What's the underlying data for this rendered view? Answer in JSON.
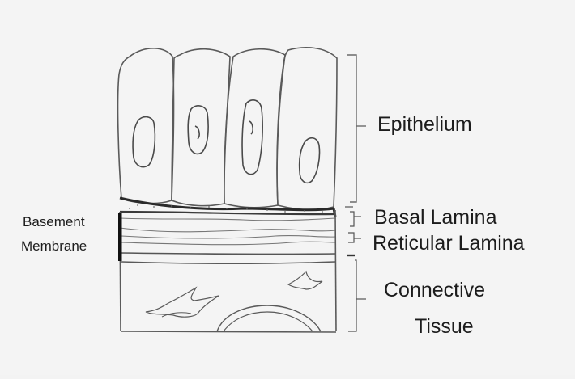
{
  "labels": {
    "epithelium": "Epithelium",
    "basal_lamina": "Basal Lamina",
    "reticular_lamina": "Reticular Lamina",
    "connective_line1": "Connective",
    "connective_line2": "Tissue",
    "basement_line1": "Basement",
    "basement_line2": "Membrane"
  },
  "colors": {
    "background": "#f3f3f3",
    "ink": "#555555",
    "dark_ink": "#2a2a2a",
    "text": "#1c1c1c"
  }
}
